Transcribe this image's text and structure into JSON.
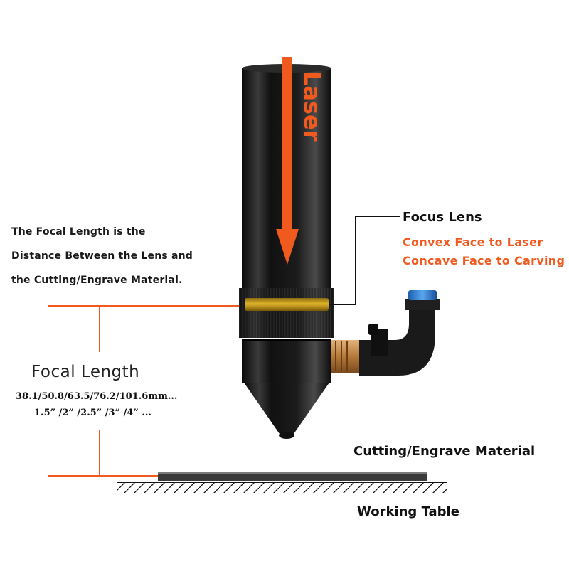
{
  "colors": {
    "accent_orange": "#f05a1f",
    "nozzle_black": "#151515",
    "brass_ring": "#c99a12",
    "fitting_blue": "#2e7fd8",
    "brass_fitting": "#c98e4a"
  },
  "laser_label": "Laser",
  "description": {
    "line1": "The Focal Length is the",
    "line2": "Distance Between the Lens and",
    "line3": "the Cutting/Engrave Material."
  },
  "focus_lens": {
    "title": "Focus Lens",
    "line1": "Convex Face to Laser",
    "line2": "Concave Face to Carving"
  },
  "focal_length": {
    "title": "Focal Length",
    "sizes_mm": "38.1/50.8/63.5/76.2/101.6mm...",
    "sizes_inch": "1.5” /2” /2.5” /3” /4” ..."
  },
  "material_label": "Cutting/Engrave Material",
  "table_label": "Working Table",
  "icons": [
    "laser-arrow-icon",
    "air-fitting-icon"
  ]
}
